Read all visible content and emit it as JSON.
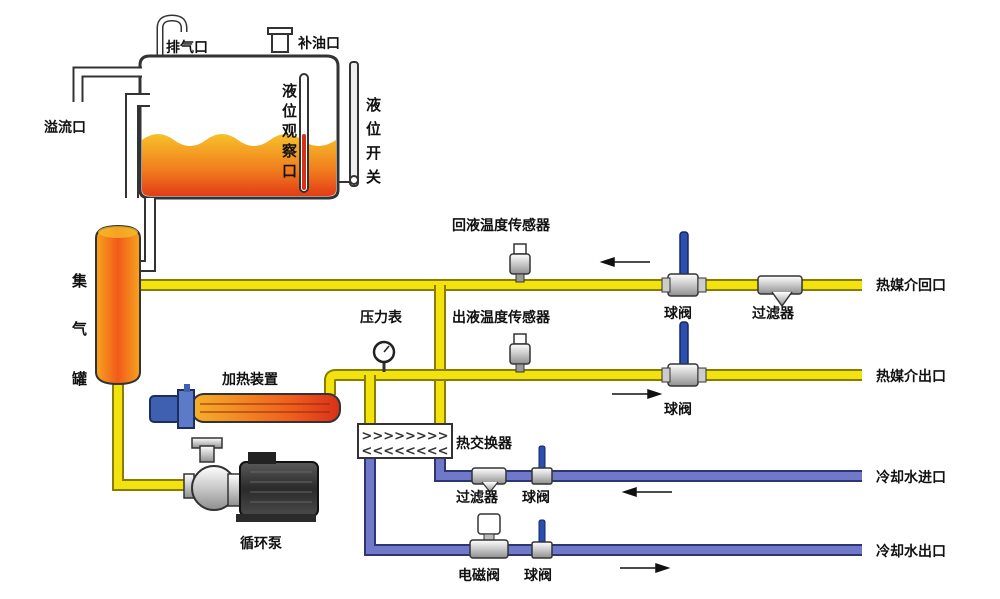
{
  "labels": {
    "vent": "排气口",
    "refill": "补油口",
    "overflow": "溢流口",
    "sight_glass": [
      "液",
      "位",
      "观",
      "察",
      "口"
    ],
    "level_switch": [
      "液",
      "位",
      "开",
      "关"
    ],
    "gas_tank": [
      "集",
      "气",
      "罐"
    ],
    "return_temp_sensor": "回液温度传感器",
    "outlet_temp_sensor": "出液温度传感器",
    "pressure_gauge": "压力表",
    "heater": "加热装置",
    "heat_exchanger": "热交换器",
    "pump": "循环泵",
    "ball_valve": "球阀",
    "filter": "过滤器",
    "solenoid_valve": "电磁阀",
    "medium_return": "热媒介回口",
    "medium_outlet": "热媒介出口",
    "cooling_in": "冷却水进口",
    "cooling_out": "冷却水出口"
  },
  "colors": {
    "oil_pipe": "#f2e20e",
    "oil_pipe_edge": "#8a7c00",
    "water_pipe": "#6f79c8",
    "water_pipe_edge": "#2e3575",
    "tank_outline": "#333333",
    "oil_hot": "#e8421a",
    "oil_warm": "#f7a41f",
    "heater_blue": "#3f5fb0",
    "arrow": "#111111"
  }
}
